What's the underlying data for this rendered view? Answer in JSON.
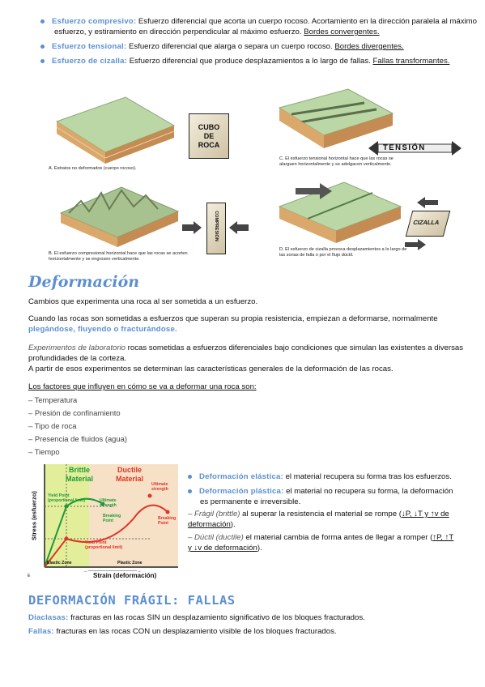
{
  "bullets": [
    {
      "term": "Esfuerzo compresivo:",
      "text": " Esfuerzo diferencial que acorta un cuerpo rocoso. Acortamiento en la dirección paralela al máximo esfuerzo, y estiramiento en dirección perpendicular al máximo esfuerzo. ",
      "tail": "Bordes convergentes."
    },
    {
      "term": "Esfuerzo tensional:",
      "text": " Esfuerzo diferencial que alarga o separa un cuerpo rocoso. ",
      "tail": "Bordes divergentes."
    },
    {
      "term": "Esfuerzo de cizalla:",
      "text": " Esfuerzo diferencial que produce desplazamientos a lo largo de fallas. ",
      "tail": "Fallas transformantes."
    }
  ],
  "figure": {
    "cubo_label": "CUBO\nDE\nROCA",
    "tension_label": "TENSIÓN",
    "compresion_label": "COMPRESIÓN",
    "cizalla_label": "CIZALLA",
    "caption_a": "A. Estratos no deformados (cuerpo rocoso).",
    "caption_b": "B. El esfuerzo compresional horizontal hace que las rocas se acorten horizontalmente y se engrosen verticalmente.",
    "caption_c": "C. El esfuerzo tensional horizontal hace que las rocas se alarguen horizontalmente y se adelgacen verticalmente.",
    "caption_d": "D. El esfuerzo de cizalla provoca desplazamientos a lo largo de las zonas de falla o por el flujo dúctil."
  },
  "deformacion": {
    "title": "Deformación",
    "p1": "Cambios que experimenta una roca al ser sometida a un esfuerzo.",
    "p2": "Cuando las rocas son sometidas a esfuerzos que superan su propia resistencia, empiezan a deformarse, normalmente",
    "p2_hl": "plegándose, fluyendo o fracturándose.",
    "p3_it": "Experimentos de laboratorio",
    "p3": " rocas sometidas a esfuerzos diferenciales bajo condiciones que simulan las existentes a diversas profundidades de la corteza.",
    "p4": "A partir de esos experimentos se determinan las características generales de la deformación de las rocas.",
    "factors_title": "Los factores que influyen en cómo se va a deformar una roca son:",
    "factors": [
      "– Temperatura",
      "– Presión de confinamiento",
      "– Tipo de roca",
      "– Presencia de fluidos (agua)",
      "– Tiempo"
    ]
  },
  "graph": {
    "brittle": "Brittle\nMaterial",
    "ductile": "Ductile\nMaterial",
    "yield_top": "Yield Point\n(proportional limit)",
    "ultimate_g": "Ultimate\nstrength",
    "breaking_g": "Breaking\nPoint",
    "ultimate_r": "Ultimate\nstrength",
    "breaking_r": "Breaking\nPoint",
    "yield_bottom": "Yield Point\n(proportional limit)",
    "elastic_zone": "Elastic Zone",
    "plastic_zone": "Plastic Zone",
    "ylabel": "Stress (esfuerzo)",
    "xlabel": "Strain (deformación)",
    "corner": "E",
    "colors": {
      "brittle_bg": "#e3ee9a",
      "ductile_bg": "#f6e1c6",
      "green": "#1e9a3a",
      "red": "#e0332a"
    }
  },
  "right": {
    "elastica_term": "Deformación elástica:",
    "elastica": " el material recupera su forma tras los esfuerzos.",
    "plastica_term": "Deformación plástica:",
    "plastica": " el material no recupera su forma, la deformación es permanente e irreversible.",
    "fragil_it": "– Frágil (brittle)",
    "fragil": " al superar la resistencia el material se rompe (",
    "fragil_u": "↓P, ↓T y ↑v de deformación",
    "fragil_end": ").",
    "ductil_it": "– Dúctil (ductile)",
    "ductil": " el material cambia de forma antes de llegar a romper (",
    "ductil_u": "↑P, ↑T y ↓v de deformación",
    "ductil_end": ")."
  },
  "fallas": {
    "title": "DEFORMACIÓN FRÁGIL: FALLAS",
    "diaclasas_term": "Diaclasas:",
    "diaclasas": " fracturas en las rocas SIN un desplazamiento significativo de los bloques fracturados.",
    "fallas_term": "Fallas:",
    "fallas": " fracturas en las rocas CON un desplazamiento visible de los bloques fracturados."
  }
}
